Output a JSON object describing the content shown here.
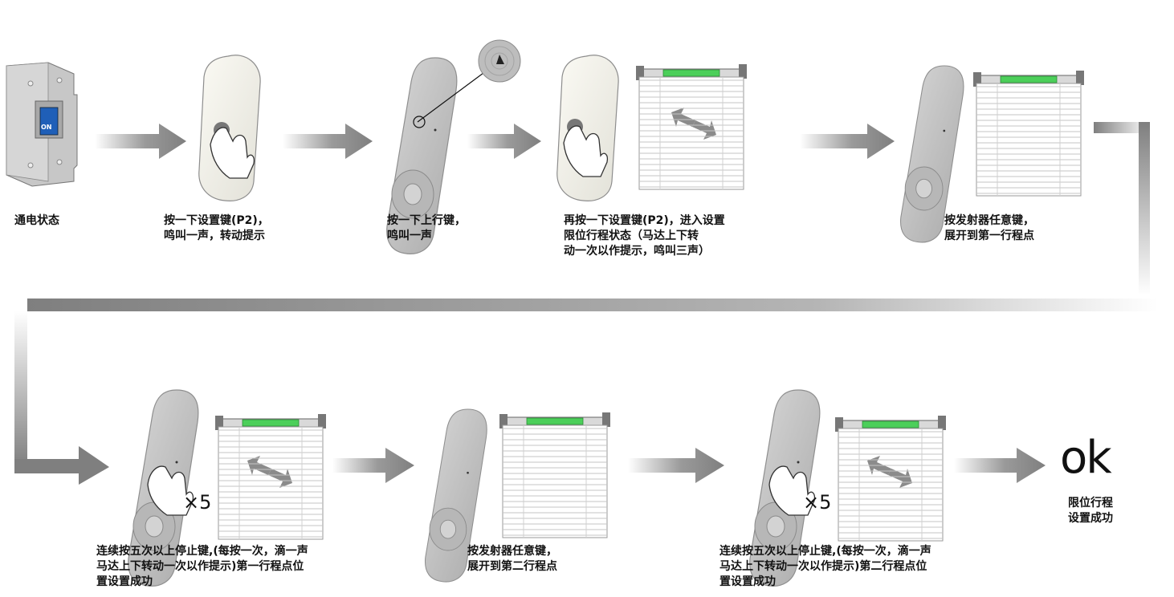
{
  "steps": [
    {
      "id": "power-on",
      "caption": "通电状态",
      "switch_label": "ON"
    },
    {
      "id": "press-set-1",
      "caption": "按一下设置键(P2)，\n鸣叫一声，转动提示"
    },
    {
      "id": "press-up",
      "caption": "按一下上行键，\n鸣叫一声"
    },
    {
      "id": "press-set-2",
      "caption": "再按一下设置键(P2)，进入设置\n限位行程状态（马达上下转\n动一次以作提示，鸣叫三声）"
    },
    {
      "id": "open-first",
      "caption": "按发射器任意键，\n展开到第一行程点"
    },
    {
      "id": "stop-x5-first",
      "caption": "连续按五次以上停止键,(每按一次，滴一声\n马达上下转动一次以作提示)第一行程点位\n置设置成功",
      "multiplier": "×5"
    },
    {
      "id": "open-second",
      "caption": "按发射器任意键，\n展开到第二行程点"
    },
    {
      "id": "stop-x5-second",
      "caption": "连续按五次以上停止键,(每按一次，滴一声\n马达上下转动一次以作提示)第二行程点位\n置设置成功",
      "multiplier": "×5"
    },
    {
      "id": "done",
      "caption": "限位行程\n设置成功",
      "result": "ok"
    }
  ],
  "colors": {
    "arrow": "#7f7f7f",
    "remote": "#c9c9c9",
    "remote_white": "#f4f3ec",
    "tube": "#4ccf5a",
    "connector": "#8a8a8a"
  },
  "icons": [
    "circuit-breaker-icon",
    "remote-icon",
    "hand-press-icon",
    "blind-icon",
    "arrow-right-icon"
  ]
}
